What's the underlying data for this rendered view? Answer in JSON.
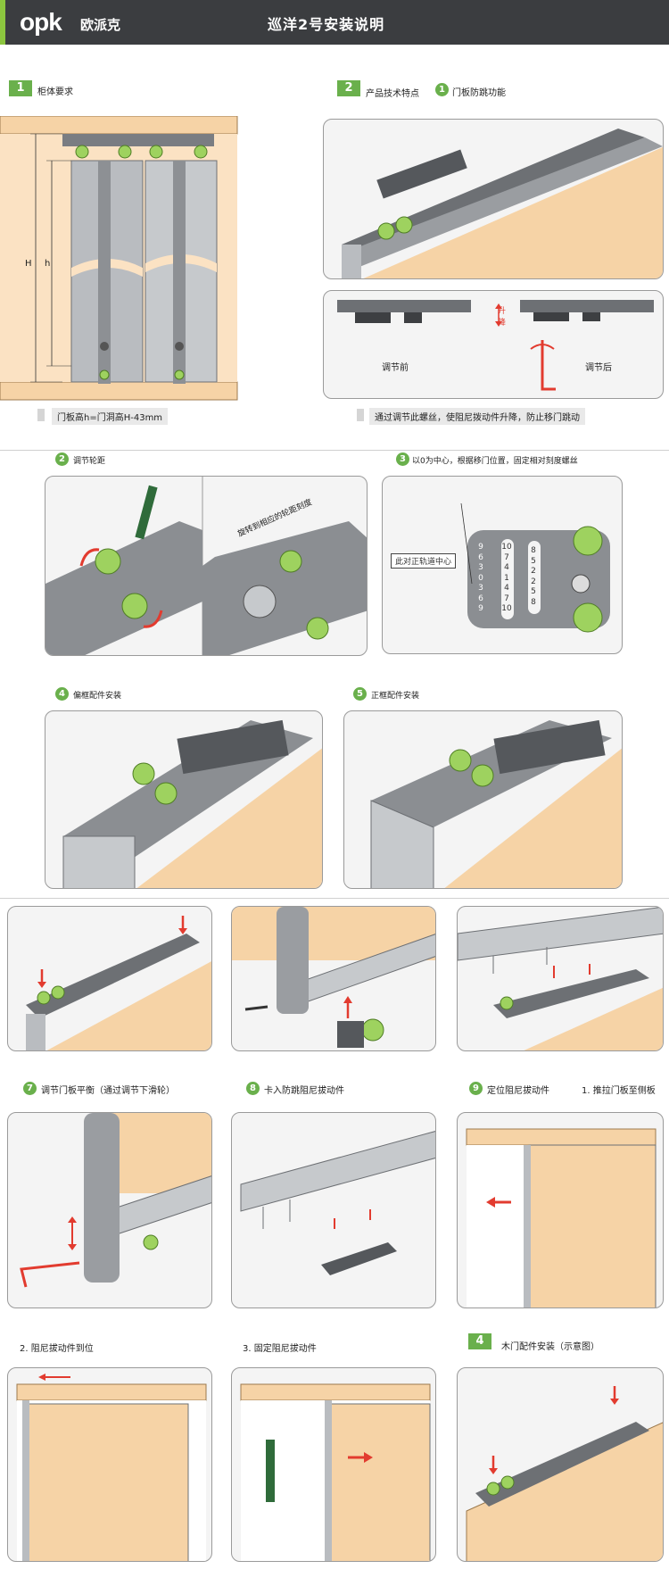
{
  "header": {
    "logo": "opk",
    "brand_cn": "欧派克",
    "title": "巡洋2号安装说明"
  },
  "section1": {
    "num": "1",
    "title": "柜体要求",
    "dim_H": "H",
    "dim_h": "h",
    "caption": "门板高h=门洞高H-43mm"
  },
  "section2": {
    "num": "2",
    "title": "产品技术特点",
    "feature_num": "1",
    "feature_title": "门板防跳功能",
    "before_label": "调节前",
    "after_label": "调节后",
    "arrow_up": "升",
    "arrow_down": "降",
    "caption": "通过调节此螺丝，使阻尼拨动件升降，防止移门跳动"
  },
  "step2": {
    "num": "2",
    "title": "调节轮距",
    "dial_text": "旋转到相应的轮距刻度"
  },
  "step3": {
    "num": "3",
    "title": "以0为中心，根据移门位置，固定相对刻度螺丝",
    "callout": "此对正轨道中心",
    "scale_left": [
      "9",
      "6",
      "3",
      "0",
      "3",
      "6",
      "9"
    ],
    "scale_mid": [
      "10",
      "7",
      "4",
      "1",
      "4",
      "7",
      "10"
    ],
    "scale_right": [
      "8",
      "5",
      "2",
      "2",
      "5",
      "8"
    ]
  },
  "step4": {
    "num": "4",
    "title": "偏框配件安装"
  },
  "step5": {
    "num": "5",
    "title": "正框配件安装"
  },
  "step7": {
    "num": "7",
    "title": "调节门板平衡（通过调节下滑轮）"
  },
  "step8": {
    "num": "8",
    "title": "卡入防跳阻尼拔动件"
  },
  "step9": {
    "num": "9",
    "title": "定位阻尼拔动件",
    "sub1": "1. 推拉门板至侧板"
  },
  "substeps": {
    "sub2": "2. 阻尼拔动件到位",
    "sub3": "3. 固定阻尼拔动件"
  },
  "section4": {
    "num": "4",
    "title": "木门配件安装（示意图）"
  },
  "colors": {
    "green": "#6ab04c",
    "header": "#3b3d40",
    "wood": "#f6d3a6",
    "metal": "#8b8e92",
    "red": "#e23b2f"
  }
}
